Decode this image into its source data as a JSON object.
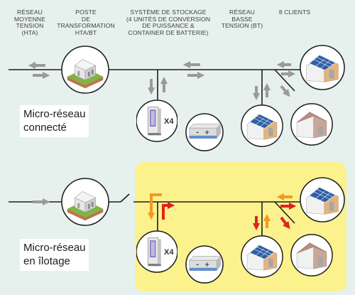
{
  "headers": {
    "reseau_hta": "RÉSEAU\nMOYENNE\nTENSION\n(HTA)",
    "poste": "POSTE\nDE\nTRANSFORMATION\nHTA/BT",
    "stockage": "SYSTÈME DE STOCKAGE\n(4 UNITÉS DE CONVERSION\nDE PUISSANCE &\nCONTAINER DE BATTERIE)",
    "reseau_bt": "RÉSEAU\nBASSE\nTENSION (BT)",
    "clients": "8 CLIENTS"
  },
  "modes": {
    "connected": "Micro-réseau\nconnecté",
    "islanded": "Micro-réseau\nen îlotage"
  },
  "inverter_count": "X4",
  "colors": {
    "background": "#e6f1ee",
    "island_zone": "#fbf28e",
    "line": "#1d1d1d",
    "arrow_grey": "#9a9a9a",
    "arrow_orange": "#f39a1e",
    "arrow_red": "#e2231a"
  }
}
